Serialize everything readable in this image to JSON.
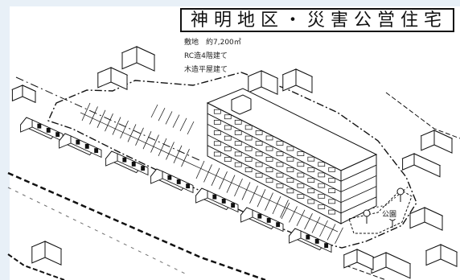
{
  "title": "神明地区・災害公営住宅",
  "info": {
    "site_area": "敷地　約7,200㎡",
    "building_rc": "RC造4階建て",
    "building_wood": "木造平屋建て"
  },
  "labels": {
    "park": "公園"
  },
  "colors": {
    "line": "#111111",
    "background": "#ffffff",
    "frame": "#e8f0f7"
  }
}
